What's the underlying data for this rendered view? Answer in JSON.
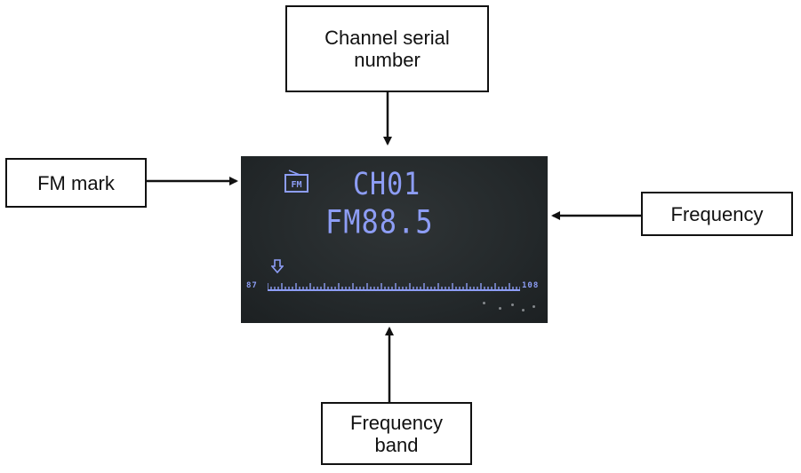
{
  "labels": {
    "channel_line1": "Channel serial",
    "channel_line2": "number",
    "fm_mark": "FM mark",
    "frequency": "Frequency",
    "band_line1": "Frequency",
    "band_line2": "band"
  },
  "display": {
    "fm_icon_text": "FM",
    "channel": "CH01",
    "frequency": "FM88.5",
    "band_low": "87",
    "band_high": "108"
  },
  "colors": {
    "lcd_text": "#8d9df5",
    "lcd_background": "#2a2f31",
    "line": "#111111"
  }
}
